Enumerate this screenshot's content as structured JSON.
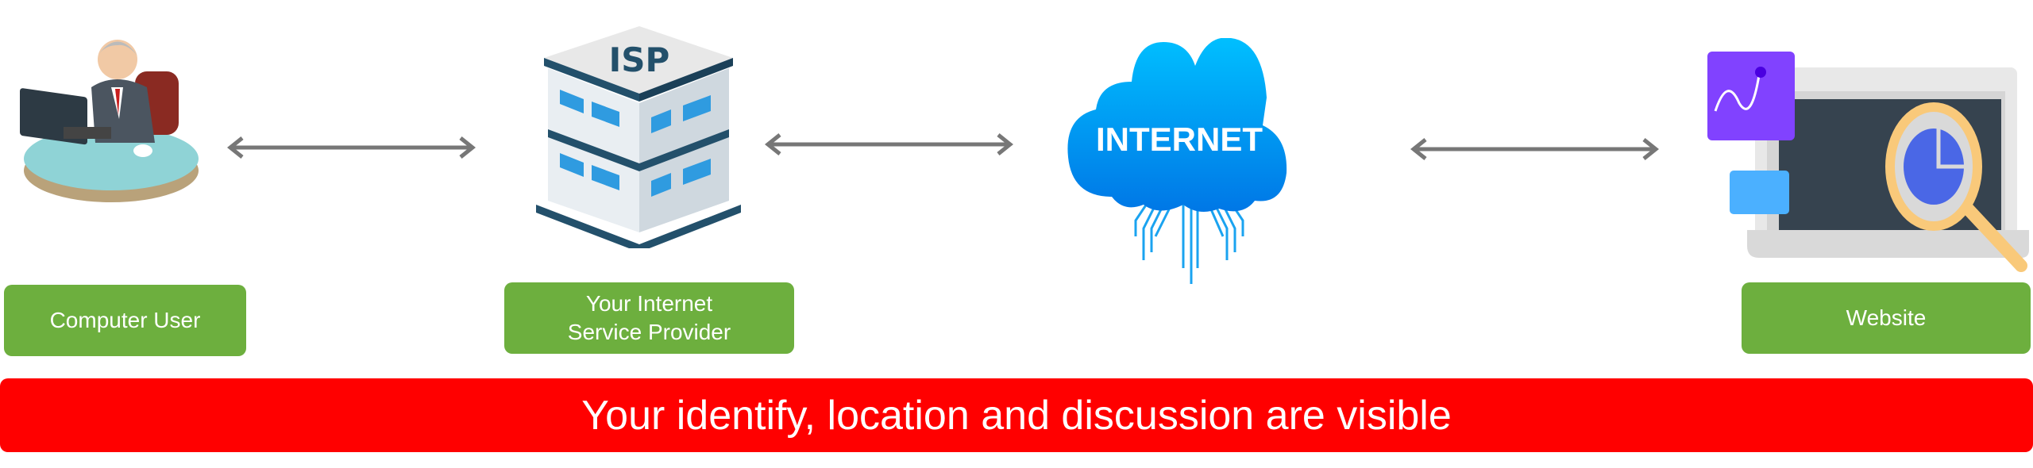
{
  "nodes": {
    "user": {
      "label": "Computer User"
    },
    "isp": {
      "label_line1": "Your Internet",
      "label_line2": "Service Provider",
      "icon_text": "ISP"
    },
    "internet": {
      "icon_text": "INTERNET"
    },
    "website": {
      "label": "Website"
    }
  },
  "banner": {
    "text": "Your identify, location and discussion are visible"
  },
  "colors": {
    "label_bg": "#6daf3e",
    "banner_bg": "#ff0000",
    "arrow": "#777777",
    "cloud_top": "#00bfff",
    "cloud_bottom": "#0077e6"
  }
}
